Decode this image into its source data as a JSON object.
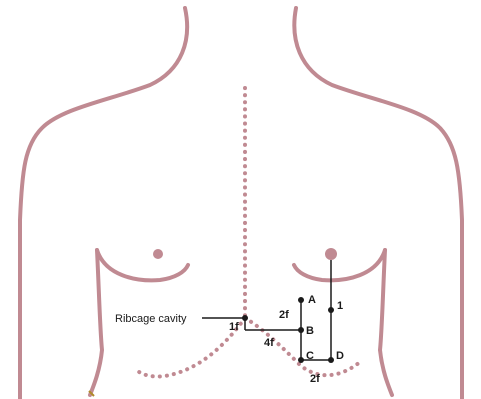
{
  "colors": {
    "body_outline": "#c08a92",
    "guide_line": "#1a1a1a",
    "background": "#ffffff"
  },
  "labels": {
    "ribcage": "Ribcage cavity",
    "point_a": "A",
    "point_b": "B",
    "point_c": "C",
    "point_d": "D",
    "dist_1f": "1f",
    "dist_2f_vertical": "2f",
    "dist_4f": "4f",
    "dist_2f_horizontal": "2f",
    "dist_1": "1"
  }
}
